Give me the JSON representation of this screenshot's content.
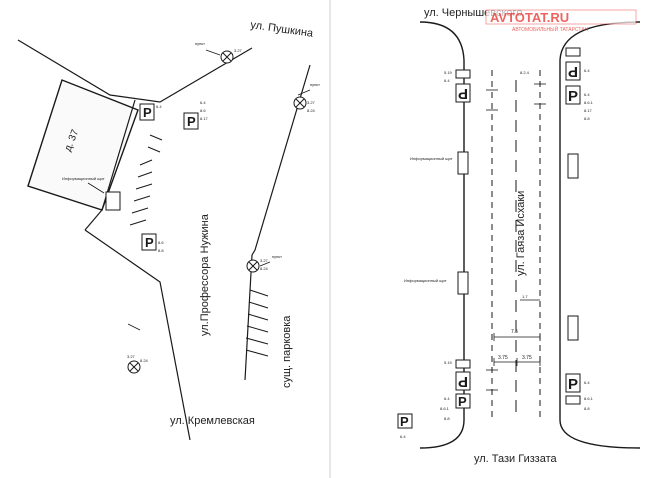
{
  "left_plan": {
    "building_label": "д. 37",
    "street_pushkina": "ул. Пушкина",
    "street_professora": "ул.Профессора Нужина",
    "street_kremlevskaya": "ул. Кремлевская",
    "existing_parking": "сущ. парковка",
    "info_board_label": "Информационный щит",
    "sign_codes": [
      "3.27",
      "8.24",
      "6.4",
      "8.6",
      "8.17",
      "8.8"
    ],
    "pointer_label": "пункт"
  },
  "right_plan": {
    "street_chernyshevskogo": "ул. Чернышевского",
    "street_gazzy_iskhaki": "ул. Гаяза Исхаки",
    "street_tazi_gizzata": "ул. Тази Гиззата",
    "info_board_label": "Информационный щит",
    "sign_codes": [
      "3.28",
      "8.2.4",
      "1.7",
      "6.4",
      "8.6.1",
      "8.17",
      "8.8",
      "5.19"
    ],
    "dim_total": "7.5",
    "dim_lane_left": "3.75",
    "dim_lane_right": "3.75",
    "dim_small": "1.7"
  },
  "watermark": {
    "brand": "AVTOTAT.RU",
    "tagline": "АВТОМОБИЛЬНЫЙ ТАТАРСТАН"
  },
  "colors": {
    "line": "#1a1a1a",
    "watermark": "#e8302a",
    "paper": "#ffffff"
  }
}
